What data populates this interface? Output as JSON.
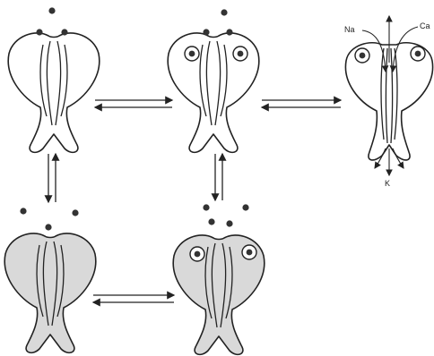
{
  "labels": {
    "sodium": "Na",
    "calcium": "Ca",
    "potassium": "K"
  },
  "colors": {
    "line": "#222222",
    "shade": "#d9d9d9",
    "ion": "#333333"
  }
}
